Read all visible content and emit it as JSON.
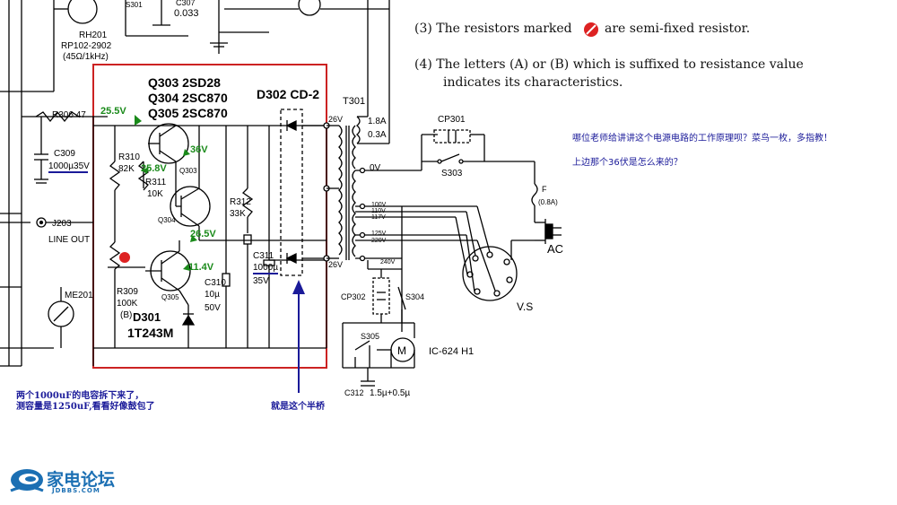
{
  "doc_notes": {
    "note3_prefix": "(3)  The resistors marked",
    "note3_suffix": "are semi-fixed resistor.",
    "note4_line1": "(4)  The letters (A) or (B) which is suffixed to resistance value",
    "note4_line2": "indicates its characteristics."
  },
  "forum_post": {
    "question": "哪位老师给讲讲这个电源电路的工作原理呗？菜鸟一枚，多指教！",
    "question2": "上边那个36伏是怎么来的？"
  },
  "annotations": {
    "capacitor_note_line1": "两个1000uF的电容拆下来了，",
    "capacitor_note_line2": "测容量是1250uF,看看好像鼓包了",
    "half_bridge_note": "就是这个半桥"
  },
  "logo": {
    "name": "家电论坛",
    "domain": "JDBBS.COM"
  },
  "schematic": {
    "labels": {
      "rh201_name": "RH201",
      "rh201_part": "RP102-2902",
      "rh201_value": "(45Ω/1kHz)",
      "s301": "S301",
      "c307": "C307",
      "c307_value": "0.033",
      "q303": "Q303 2SD28",
      "q304": "Q304 2SC870",
      "q305": "Q305 2SC870",
      "d302": "D302 CD-2",
      "t301": "T301",
      "r306": "R306 47",
      "c309": "C309",
      "c309_value": "1000µ35V",
      "r310": "R310",
      "r310_value": "82K",
      "r311": "R311",
      "r311_value": "10K",
      "q303_label": "Q303",
      "q304_label": "Q304",
      "q305_label": "Q305",
      "r312": "R312",
      "r312_value": "33K",
      "c311": "C311",
      "c311_value": "1000µ",
      "c311_volt": "35V",
      "j203": "J203",
      "line_out": "LINE OUT",
      "me201": "ME201",
      "r309": "R309",
      "r309_value": "100K",
      "r309_char": "(B)",
      "c310": "C310",
      "c310_value": "10µ",
      "c310_volt": "50V",
      "d301": "D301",
      "d301_part": "1T243M",
      "sec_top": "26V",
      "sec_bot": "26V",
      "fuse_top": "1.8A",
      "fuse_bot": "0.3A",
      "tap_0v": "0V",
      "tap_100v": "100V",
      "tap_110v": "110V",
      "tap_117v": "117V",
      "tap_125v": "125V",
      "tap_220v": "220V",
      "tap_240v": "240V",
      "cp301": "CP301",
      "s303": "S303",
      "fuse_f": "F",
      "fuse_f_rating": "(0.8A)",
      "ac": "AC",
      "vs": "V.S",
      "cp302": "CP302",
      "s304": "S304",
      "s305": "S305",
      "motor": "M",
      "ic": "IC-624 H1",
      "c312": "C312",
      "c312_value": "1.5µ+0.5µ"
    },
    "voltages": {
      "v25_5": "25.5V",
      "v36": "36V",
      "v25_8": "25.8V",
      "v26_5": "26.5V",
      "v11_4": "11.4V"
    },
    "colors": {
      "boundary": "#cc2222",
      "voltage": "#1a8a1a",
      "annotation": "#1a1a99",
      "marker": "#dd2222"
    }
  }
}
